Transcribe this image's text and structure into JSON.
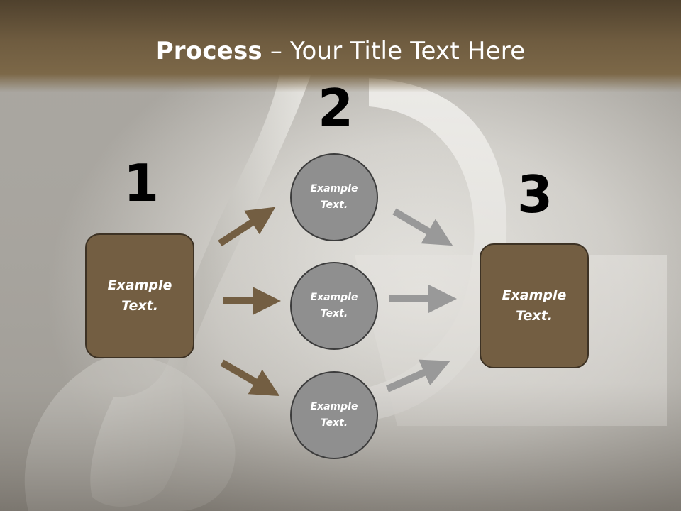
{
  "title": {
    "bold": "Process",
    "rest": " – Your Title Text Here"
  },
  "steps": [
    {
      "number": "1",
      "text": "Example Text."
    },
    {
      "number": "2",
      "items": [
        "Example Text.",
        "Example Text.",
        "Example Text."
      ]
    },
    {
      "number": "3",
      "text": "Example Text."
    }
  ],
  "colors": {
    "title_bar": "#6f5c40",
    "box_fill": "#735e42",
    "circle_fill": "#8f8f8f",
    "arrow_brown": "#735e42",
    "arrow_gray": "#999999"
  }
}
